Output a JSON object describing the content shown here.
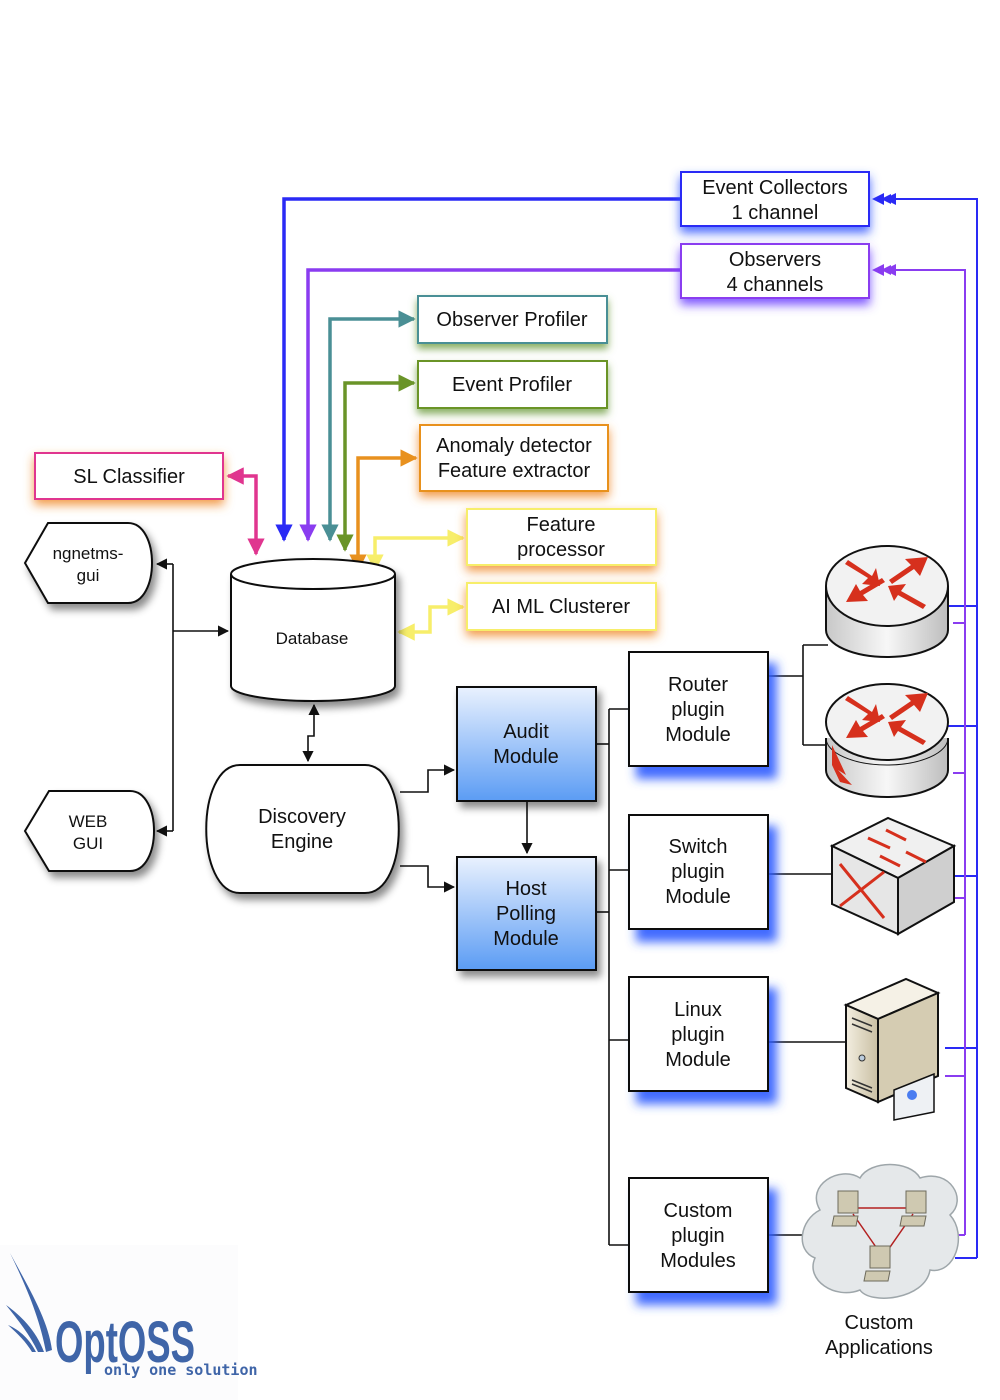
{
  "colors": {
    "blue": "#2a2af5",
    "purple": "#8a3cf0",
    "teal": "#4a8f95",
    "green": "#6a9428",
    "orange": "#e8911e",
    "pink": "#e0358f",
    "yellow": "#f7ee6a",
    "module_blue": "#5b9cf4",
    "device_red": "#d6301d",
    "logo_blue": "#3f65a8"
  },
  "nodes": {
    "event_collectors": {
      "line1": "Event Collectors",
      "line2": "1 channel"
    },
    "observers": {
      "line1": "Observers",
      "line2": "4 channels"
    },
    "observer_profiler": {
      "label": "Observer Profiler"
    },
    "event_profiler": {
      "label": "Event Profiler"
    },
    "anomaly_detector": {
      "line1": "Anomaly detector",
      "line2": "Feature extractor"
    },
    "sl_classifier": {
      "label": "SL Classifier"
    },
    "feature_processor": {
      "line1": "Feature",
      "line2": "processor"
    },
    "ai_ml_clusterer": {
      "label": "AI ML Clusterer"
    },
    "database": {
      "label": "Database"
    },
    "ngnetms_gui": {
      "line1": "ngnetms-",
      "line2": "gui"
    },
    "web_gui": {
      "line1": "WEB",
      "line2": "GUI"
    },
    "discovery_engine": {
      "line1": "Discovery",
      "line2": "Engine"
    },
    "audit_module": {
      "line1": "Audit",
      "line2": "Module"
    },
    "host_polling_module": {
      "line1": "Host",
      "line2": "Polling",
      "line3": "Module"
    },
    "router_plugin": {
      "line1": "Router",
      "line2": "plugin",
      "line3": "Module"
    },
    "switch_plugin": {
      "line1": "Switch",
      "line2": "plugin",
      "line3": "Module"
    },
    "linux_plugin": {
      "line1": "Linux",
      "line2": "plugin",
      "line3": "Module"
    },
    "custom_plugin": {
      "line1": "Custom",
      "line2": "plugin",
      "line3": "Modules"
    },
    "custom_applications": {
      "line1": "Custom",
      "line2": "Applications"
    }
  },
  "devices": [
    "router-icon",
    "router-icon",
    "switch-icon",
    "server-icon",
    "cloud-network-icon"
  ],
  "logo": {
    "name": "OptOSS",
    "tagline": "only one solution"
  }
}
